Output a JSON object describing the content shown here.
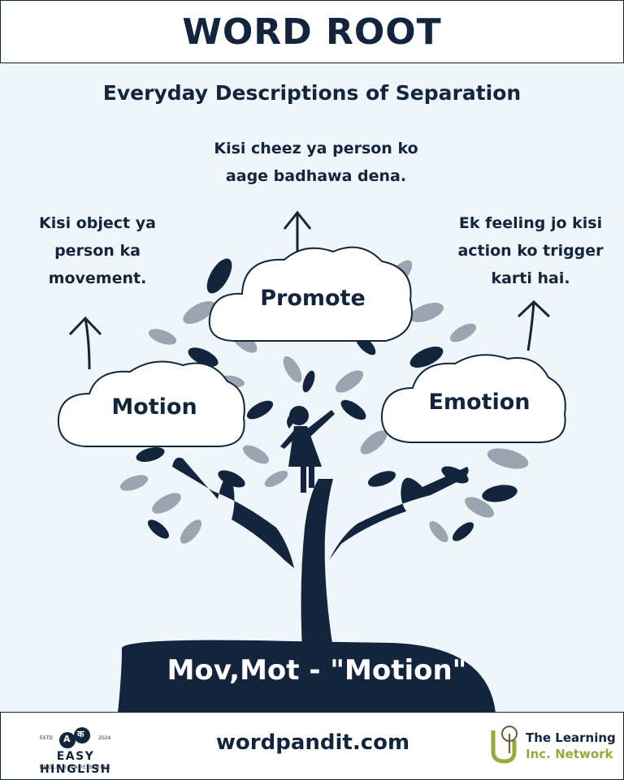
{
  "header": {
    "title": "WORD ROOT"
  },
  "subtitle": "Everyday Descriptions of Separation",
  "descriptions": {
    "top": [
      "Kisi cheez ya person ko",
      "aage badhawa dena."
    ],
    "left": [
      "Kisi object ya",
      "person ka",
      "movement."
    ],
    "right": [
      "Ek feeling jo kisi",
      "action ko trigger",
      "karti hai."
    ]
  },
  "clouds": {
    "left": "Motion",
    "center": "Promote",
    "right": "Emotion"
  },
  "root": "Mov,Mot - \"Motion\"",
  "footer": {
    "website": "wordpandit.com",
    "brand_left": {
      "name": "EASY HINGLISH",
      "tagline": "ENGLISH MADE SIMPLE",
      "estd": "ESTD",
      "year": "2024",
      "badge_a": "A",
      "badge_b": "क"
    },
    "brand_right": {
      "line1": "The Learning",
      "line2": "Inc. Network"
    }
  },
  "colors": {
    "navy": "#13253d",
    "background": "#eef6fb",
    "leaf_gray": "#9aa5b1",
    "accent_green": "#9aa83a"
  }
}
